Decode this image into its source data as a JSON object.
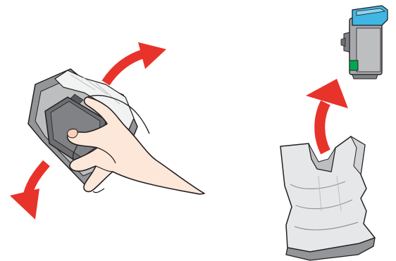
{
  "illustration": {
    "steps": [
      {
        "step": "shake-cartridge-in-package",
        "arrows": 2
      },
      {
        "step": "remove-cartridge-from-bag",
        "arrows": 1
      }
    ],
    "colors": {
      "arrow": "#e8332a",
      "arrow_shade": "#c81e17",
      "outline": "#231f20",
      "package_light": "#e6e7e8",
      "package_mid": "#bcbec0",
      "package_dark": "#939598",
      "skin": "#fde7d9",
      "cartridge_body": "#a7a9ac",
      "cartridge_cap": "#3fb6e3",
      "cartridge_chip": "#00a651"
    }
  }
}
